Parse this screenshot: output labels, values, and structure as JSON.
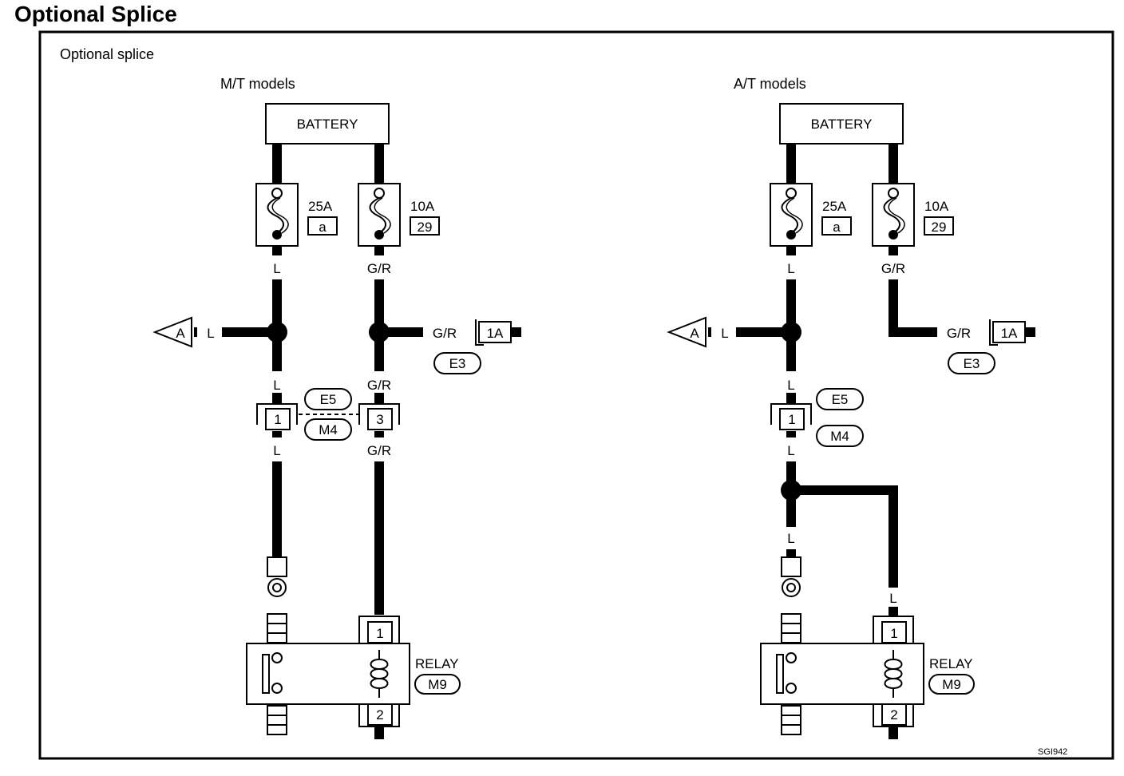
{
  "page_title": "Optional Splice",
  "box_label": "Optional splice",
  "figure_id": "SGI942",
  "models": [
    {
      "title": "M/T models",
      "battery": "BATTERY",
      "fuse_left": {
        "amps": "25A",
        "id": "a"
      },
      "fuse_right": {
        "amps": "10A",
        "id": "29"
      },
      "wire_labels": {
        "left_top": "L",
        "right_top": "G/R",
        "arrow_wire": "L",
        "arrow_label": "A",
        "right_branch": "G/R",
        "right_connector": "1A",
        "right_connector_oval": "E3",
        "left_mid": "L",
        "right_mid": "G/R",
        "oval_top": "E5",
        "oval_bottom": "M4",
        "pin_left": "1",
        "pin_right": "3",
        "left_low": "L",
        "right_low": "G/R",
        "coil_wire": ""
      },
      "relay": {
        "label": "RELAY",
        "id": "M9",
        "pin_top": "1",
        "pin_bottom": "2"
      }
    },
    {
      "title": "A/T models",
      "battery": "BATTERY",
      "fuse_left": {
        "amps": "25A",
        "id": "a"
      },
      "fuse_right": {
        "amps": "10A",
        "id": "29"
      },
      "wire_labels": {
        "left_top": "L",
        "right_top": "G/R",
        "arrow_wire": "L",
        "arrow_label": "A",
        "right_branch": "G/R",
        "right_connector": "1A",
        "right_connector_oval": "E3",
        "left_mid": "L",
        "oval_top": "E5",
        "oval_bottom": "M4",
        "pin_left": "1",
        "left_low": "L",
        "left_lower": "L",
        "coil_wire": "L"
      },
      "relay": {
        "label": "RELAY",
        "id": "M9",
        "pin_top": "1",
        "pin_bottom": "2"
      }
    }
  ]
}
